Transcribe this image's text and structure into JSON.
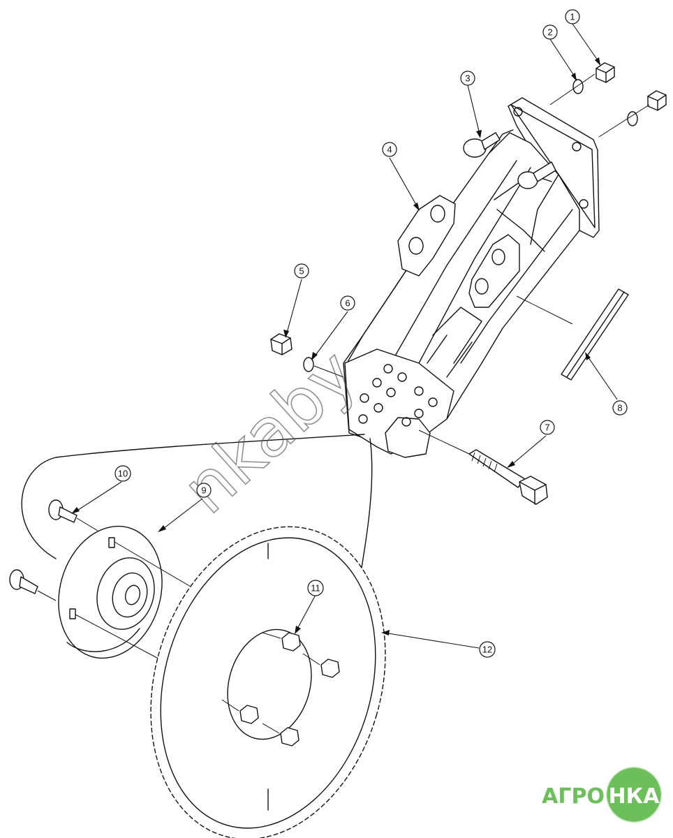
{
  "diagram": {
    "callouts": [
      {
        "id": "c1",
        "label": "1"
      },
      {
        "id": "c2",
        "label": "2"
      },
      {
        "id": "c3",
        "label": "3"
      },
      {
        "id": "c4",
        "label": "4"
      },
      {
        "id": "c5",
        "label": "5"
      },
      {
        "id": "c6",
        "label": "6"
      },
      {
        "id": "c7",
        "label": "7"
      },
      {
        "id": "c8",
        "label": "8"
      },
      {
        "id": "c9",
        "label": "9"
      },
      {
        "id": "c10",
        "label": "10"
      },
      {
        "id": "c11",
        "label": "11"
      },
      {
        "id": "c12",
        "label": "12"
      }
    ]
  },
  "watermark": {
    "text": "nkaby"
  },
  "logo": {
    "left": "АГРО",
    "right": "НКА",
    "colors": {
      "green": "#6dbf5c",
      "dark": "#3a8f3a"
    }
  }
}
